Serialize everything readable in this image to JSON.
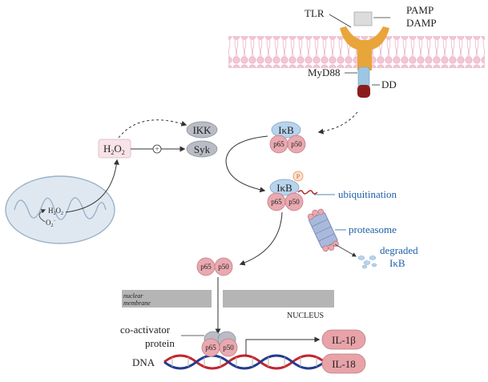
{
  "receptor": {
    "tlr": "TLR",
    "pamp": "PAMP",
    "damp": "DAMP",
    "myd88": "MyD88",
    "dd": "DD"
  },
  "kinases": {
    "ikk": "IKK",
    "syk": "Syk",
    "h2o2": "H",
    "h2o2_sub": "2",
    "h2o2_o": "O",
    "h2o2_sub2": "2",
    "plus": "+"
  },
  "mitochondrion": {
    "h2o2": "H",
    "h2o2_sub": "2",
    "h2o2_o": "O",
    "h2o2_sub2": "2",
    "superoxide": "O",
    "superoxide_sub": "2",
    "superoxide_sup": "−"
  },
  "nfkb": {
    "ikb": "IκB",
    "p65": "p65",
    "p50": "p50",
    "phospho": "P",
    "ubiquitination": "ubiquitination",
    "proteasome": "proteasome",
    "degraded_line1": "degraded",
    "degraded_line2": "IκB"
  },
  "nucleus": {
    "membrane_line1": "nuclear",
    "membrane_line2": "membrane",
    "nucleus_label": "NUCLEUS",
    "coactivator_line1": "co-activator",
    "coactivator_line2": "protein",
    "dna": "DNA",
    "il1b": "IL-1β",
    "il18": "IL-18"
  },
  "colors": {
    "membrane": "#f4c6d4",
    "tlr": "#e8a53a",
    "myd88": "#9ec6e2",
    "dd": "#8b1c1c",
    "ikb": "#b8d3ec",
    "p65": "#e9a9b0",
    "kinase": "#b9bcc4",
    "cytokine": "#e7a3a8",
    "ubiquitin_text": "#1f5fa8",
    "dna_red": "#c2262e",
    "dna_blue": "#233c8f"
  }
}
